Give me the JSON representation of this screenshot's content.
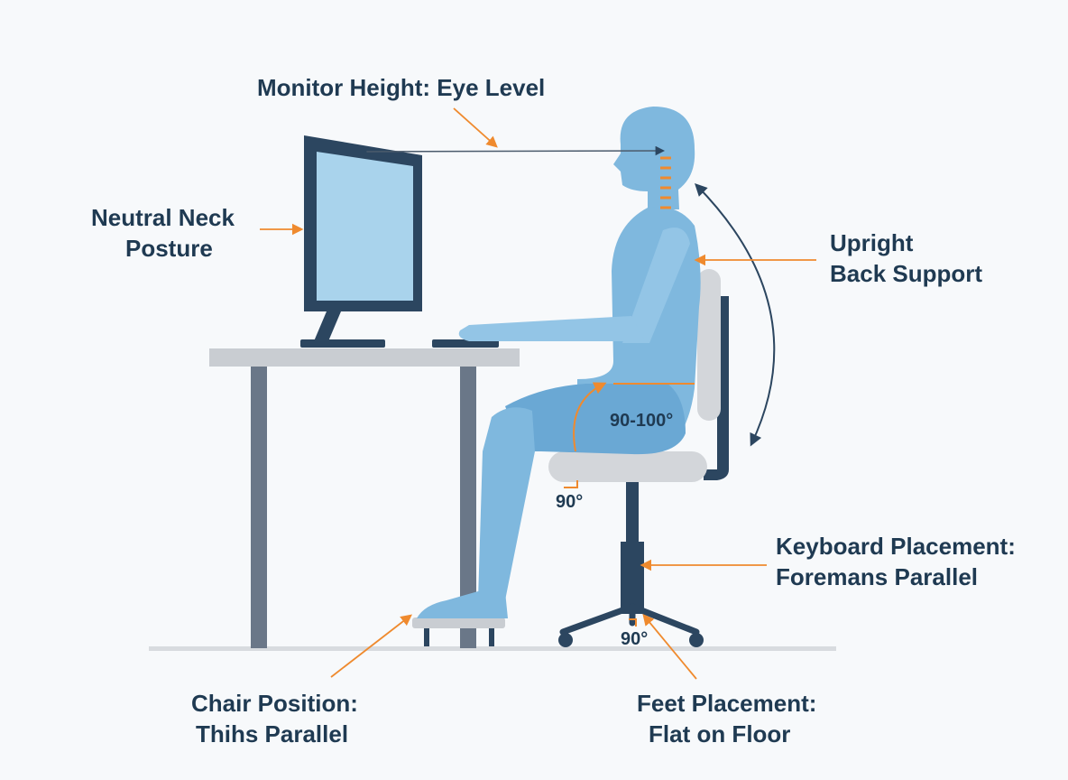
{
  "labels": {
    "monitor_height": "Monitor Height: Eye Level",
    "neutral_neck_line1": "Neutral Neck",
    "neutral_neck_line2": "Posture",
    "upright_back_line1": "Upright",
    "upright_back_line2": "Back Support",
    "keyboard_line1": "Keyboard Placement:",
    "keyboard_line2": "Foremans Parallel",
    "chair_line1": "Chair Position:",
    "chair_line2": "Thihs Parallel",
    "feet_line1": "Feet Placement:",
    "feet_line2": "Flat on Floor"
  },
  "angles": {
    "hip": "90-100°",
    "knee": "90°",
    "base": "90°"
  },
  "colors": {
    "body": "#7fb8de",
    "body_dark": "#6aa8d4",
    "accent": "#ef8a2e",
    "navy": "#2c4660",
    "desk_top": "#c9cdd2",
    "desk_leg": "#6a7788",
    "screen": "#a9d3ec",
    "seat": "#d3d6da",
    "floor": "#d8dbdf"
  }
}
